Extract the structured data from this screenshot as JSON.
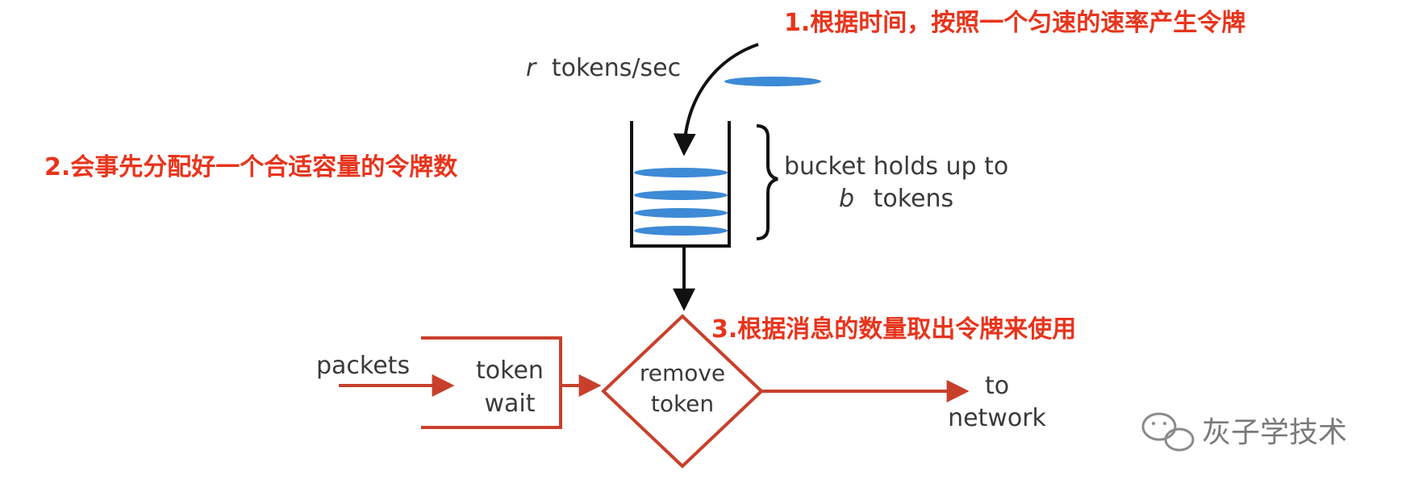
{
  "annotations": {
    "step1": "1.根据时间，按照一个匀速的速率产生令牌",
    "step2": "2.会事先分配好一个合适容量的令牌数",
    "step3": "3.根据消息的数量取出令牌来使用"
  },
  "rate": {
    "var": "r",
    "text": "tokens/sec"
  },
  "bucket": {
    "line1": "bucket holds up to",
    "var": "b",
    "line2": "tokens"
  },
  "flow": {
    "packets": "packets",
    "token_wait_1": "token",
    "token_wait_2": "wait",
    "remove_1": "remove",
    "remove_2": "token",
    "to": "to",
    "network": "network"
  },
  "watermark": "灰子学技术",
  "colors": {
    "token": "#3d8ad6",
    "flow": "#c8402c",
    "annotation": "#e8341c",
    "line": "#111111"
  }
}
